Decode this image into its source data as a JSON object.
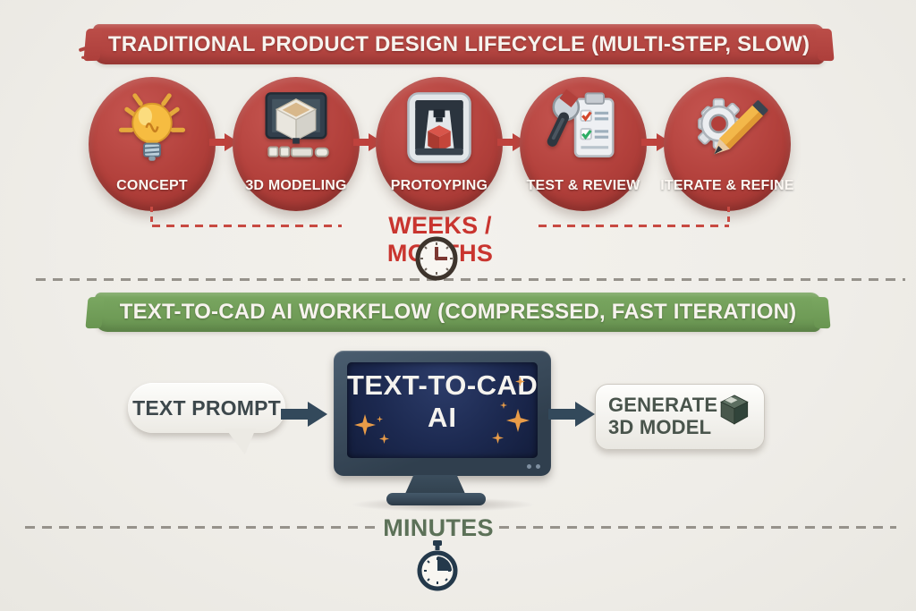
{
  "traditional": {
    "banner_label": "TRADITIONAL PRODUCT DESIGN LIFECYCLE (MULTI-STEP, SLOW)",
    "banner_color": "#b2423d",
    "steps": [
      {
        "label": "CONCEPT",
        "icon": "lightbulb-icon"
      },
      {
        "label": "3D MODELING",
        "icon": "cad-monitor-icon"
      },
      {
        "label": "PROTOYPING",
        "icon": "printer-3d-icon"
      },
      {
        "label": "TEST & REVIEW",
        "icon": "wrench-checklist-icon"
      },
      {
        "label": "ITERATE & REFINE",
        "icon": "gear-pencil-icon"
      }
    ],
    "step_circle_color": "#b2403b",
    "duration_label": "WEEKS / MONTHS",
    "duration_color": "#c9352f",
    "clock_icon": "clock-icon"
  },
  "ai": {
    "banner_label": "TEXT-TO-CAD AI WORKFLOW (COMPRESSED, FAST ITERATION)",
    "banner_color": "#72a059",
    "prompt_label": "TEXT PROMPT",
    "monitor_line1": "TEXT-TO-CAD",
    "monitor_line2": "AI",
    "sparkle_color": "#e99c48",
    "arrow_color": "#33495b",
    "output_line1": "GENERATE",
    "output_line2": "3D MODEL",
    "duration_label": "MINUTES",
    "duration_color": "#5c7158",
    "stopwatch_icon": "stopwatch-icon"
  }
}
